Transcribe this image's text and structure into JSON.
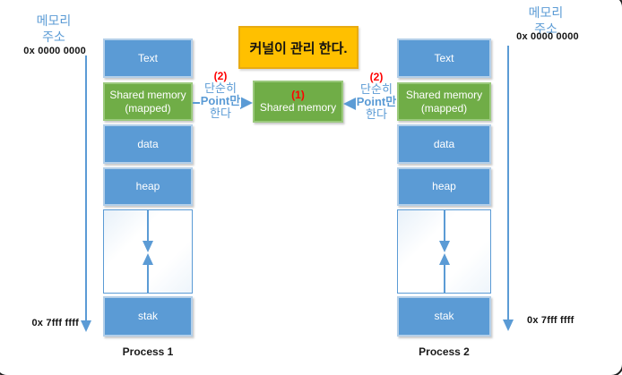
{
  "diagram": {
    "kernel_note": "커널이 관리 한다.",
    "center_shared": {
      "number": "(1)",
      "label": "Shared memory"
    },
    "pointer_note_left": {
      "number": "(2)",
      "line1": "단순히",
      "line2": "Point만",
      "line3": "한다"
    },
    "pointer_note_right": {
      "number": "(2)",
      "line1": "단순히",
      "line2": "Point만",
      "line3": "한다"
    },
    "axis_left": {
      "title1": "메모리",
      "title2": "주소",
      "start": "0x 0000 0000",
      "end": "0x 7fff ffff"
    },
    "axis_right": {
      "title1": "메모리",
      "title2": "주소",
      "start": "0x 0000 0000",
      "end": "0x 7fff ffff"
    },
    "process1": {
      "name": "Process 1",
      "seg_text": "Text",
      "seg_shared1": "Shared memory",
      "seg_shared2": "(mapped)",
      "seg_data": "data",
      "seg_heap": "heap",
      "seg_stack": "stak"
    },
    "process2": {
      "name": "Process 2",
      "seg_text": "Text",
      "seg_shared1": "Shared memory",
      "seg_shared2": "(mapped)",
      "seg_data": "data",
      "seg_heap": "heap",
      "seg_stack": "stak"
    },
    "colors": {
      "blue": "#5b9bd5",
      "green": "#70ad47",
      "yellow": "#ffc000",
      "red": "#ff0000"
    }
  }
}
